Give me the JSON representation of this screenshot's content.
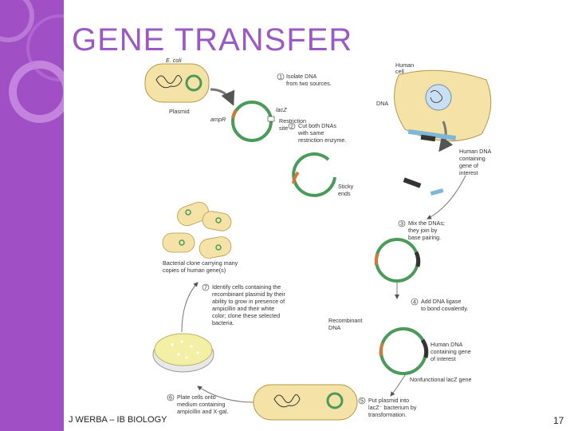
{
  "slide": {
    "title": "GENE TRANSFER",
    "footer_left": "J WERBA – IB BIOLOGY",
    "slide_number": "17",
    "accent_color": "#a04fc4",
    "title_color": "#9b59c3"
  },
  "labels": {
    "ecoli": "E. coli",
    "plasmid": "Plasmid",
    "human_cell_1": "Human",
    "human_cell_2": "cell",
    "dna": "DNA",
    "lacz": "lacZ",
    "ampr": "ampR",
    "restriction_site_1": "Restriction",
    "restriction_site_2": "site",
    "sticky_ends_1": "Sticky",
    "sticky_ends_2": "ends",
    "human_dna_gene_1": "Human DNA",
    "human_dna_gene_2": "containing",
    "human_dna_gene_3": "gene of",
    "human_dna_gene_4": "interest",
    "recombinant_1": "Recombinant",
    "recombinant_2": "DNA",
    "human_dna_b_1": "Human DNA",
    "human_dna_b_2": "containing gene",
    "human_dna_b_3": "of interest",
    "nonfunctional": "Nonfunctional lacZ gene",
    "bacterial_clone_1": "Bacterial clone carrying many",
    "bacterial_clone_2": "copies of human gene(s)"
  },
  "steps": [
    {
      "num": "1",
      "lines": [
        "Isolate DNA",
        "from two sources."
      ]
    },
    {
      "num": "2",
      "lines": [
        "Cut both DNAs",
        "with same",
        "restriction enzyme."
      ]
    },
    {
      "num": "3",
      "lines": [
        "Mix the DNAs;",
        "they join by",
        "base pairing."
      ]
    },
    {
      "num": "4",
      "lines": [
        "Add DNA ligase",
        "to bond covalently."
      ]
    },
    {
      "num": "5",
      "lines": [
        "Put plasmid into",
        "lacZ⁻ bacterium by",
        "transformation."
      ]
    },
    {
      "num": "6",
      "lines": [
        "Plate cells onto",
        "medium containing",
        "ampicillin and X-gal."
      ]
    },
    {
      "num": "7",
      "lines": [
        "Identify cells containing the",
        "recombinant plasmid by their",
        "ability to grow in presence of",
        "ampicillin and their white",
        "color; clone these selected",
        "bacteria."
      ]
    }
  ]
}
